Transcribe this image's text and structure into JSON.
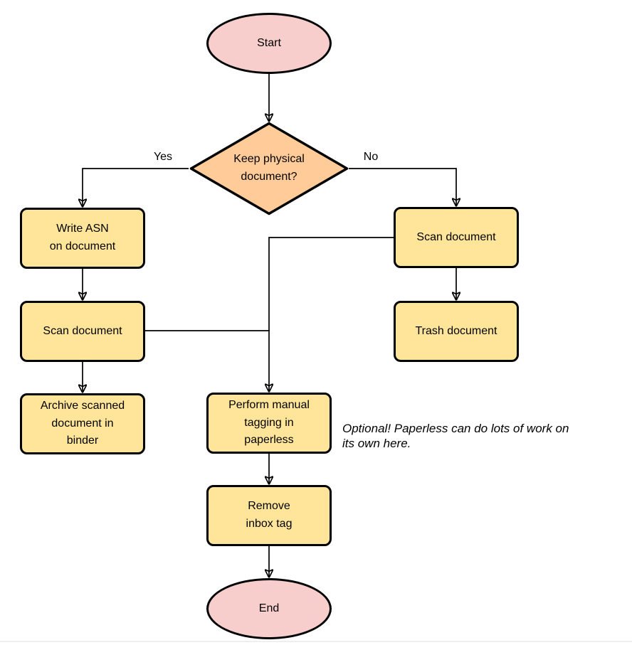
{
  "diagram": {
    "type": "flowchart",
    "nodes": {
      "start": {
        "label": "Start",
        "shape": "terminator"
      },
      "decision": {
        "label": "Keep physical\ndocument?",
        "shape": "decision"
      },
      "write_asn": {
        "label": "Write ASN\non document",
        "shape": "process"
      },
      "scan_left": {
        "label": "Scan document",
        "shape": "process"
      },
      "archive": {
        "label": "Archive scanned\ndocument in\nbinder",
        "shape": "process"
      },
      "scan_right": {
        "label": "Scan document",
        "shape": "process"
      },
      "trash": {
        "label": "Trash document",
        "shape": "process"
      },
      "tagging": {
        "label": "Perform manual\ntagging in\npaperless",
        "shape": "process"
      },
      "remove_tag": {
        "label": "Remove\ninbox tag",
        "shape": "process"
      },
      "end": {
        "label": "End",
        "shape": "terminator"
      }
    },
    "edge_labels": {
      "yes": "Yes",
      "no": "No"
    },
    "edges": [
      {
        "from": "start",
        "to": "decision"
      },
      {
        "from": "decision",
        "to": "write_asn",
        "label": "Yes"
      },
      {
        "from": "decision",
        "to": "scan_right",
        "label": "No"
      },
      {
        "from": "write_asn",
        "to": "scan_left"
      },
      {
        "from": "scan_left",
        "to": "archive"
      },
      {
        "from": "scan_right",
        "to": "trash"
      },
      {
        "from": "scan_right",
        "to": "tagging"
      },
      {
        "from": "scan_left",
        "to": "tagging"
      },
      {
        "from": "tagging",
        "to": "remove_tag"
      },
      {
        "from": "remove_tag",
        "to": "end"
      }
    ],
    "annotation": "Optional! Paperless can do lots of work on\nits own here.",
    "colors": {
      "terminator_fill": "#F8CECC",
      "decision_fill": "#FFCC99",
      "process_fill": "#FFE599",
      "stroke": "#000000",
      "background": "#FFFFFF"
    }
  }
}
